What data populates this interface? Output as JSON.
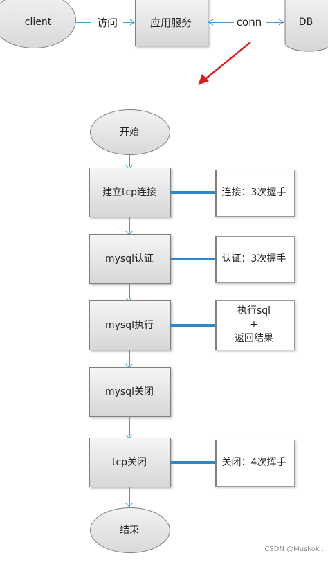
{
  "top": {
    "client": "client",
    "edge1": "访问",
    "service": "应用服务",
    "edge2": "conn",
    "db": "DB"
  },
  "flow": {
    "start": "开始",
    "steps": [
      "建立tcp连接",
      "mysql认证",
      "mysql执行",
      "mysql关闭",
      "tcp关闭"
    ],
    "end": "结束"
  },
  "notes": {
    "tcp_connect": "连接：3次握手",
    "auth": "认证：3次握手",
    "exec_line1": "执行sql",
    "exec_line2": "+",
    "exec_line3": "返回结果",
    "tcp_close": "关闭：4次挥手"
  },
  "watermark": "CSDN @Muskok .",
  "colors": {
    "connector": "#2f87c8",
    "arrow": "#3aa0d0",
    "frame": "#5fb7c9",
    "pointer": "#d12020"
  }
}
